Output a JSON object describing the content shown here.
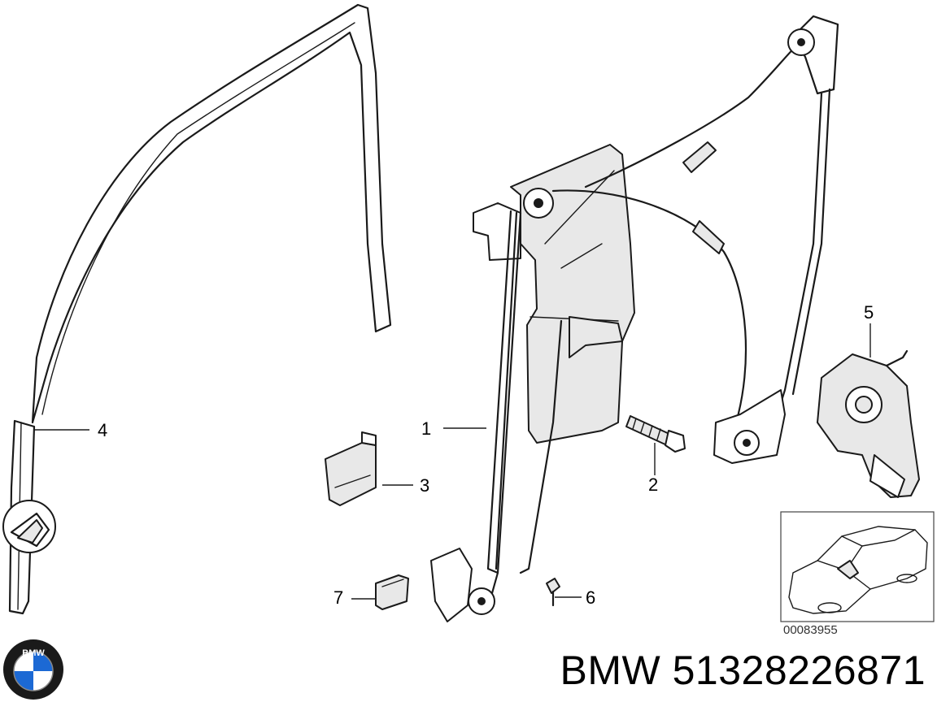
{
  "title": "BMW 51328226871",
  "diagram_code": "00083955",
  "brand_logo": {
    "text": "BMW",
    "colors": {
      "blue": "#1c69d4",
      "white": "#ffffff",
      "ring": "#1a1a1a"
    }
  },
  "callouts": [
    {
      "id": "1",
      "part": "window-regulator"
    },
    {
      "id": "2",
      "part": "bolt"
    },
    {
      "id": "3",
      "part": "bracket"
    },
    {
      "id": "4",
      "part": "window-channel-seal"
    },
    {
      "id": "5",
      "part": "window-motor"
    },
    {
      "id": "6",
      "part": "clip"
    },
    {
      "id": "7",
      "part": "clip-holder"
    }
  ]
}
